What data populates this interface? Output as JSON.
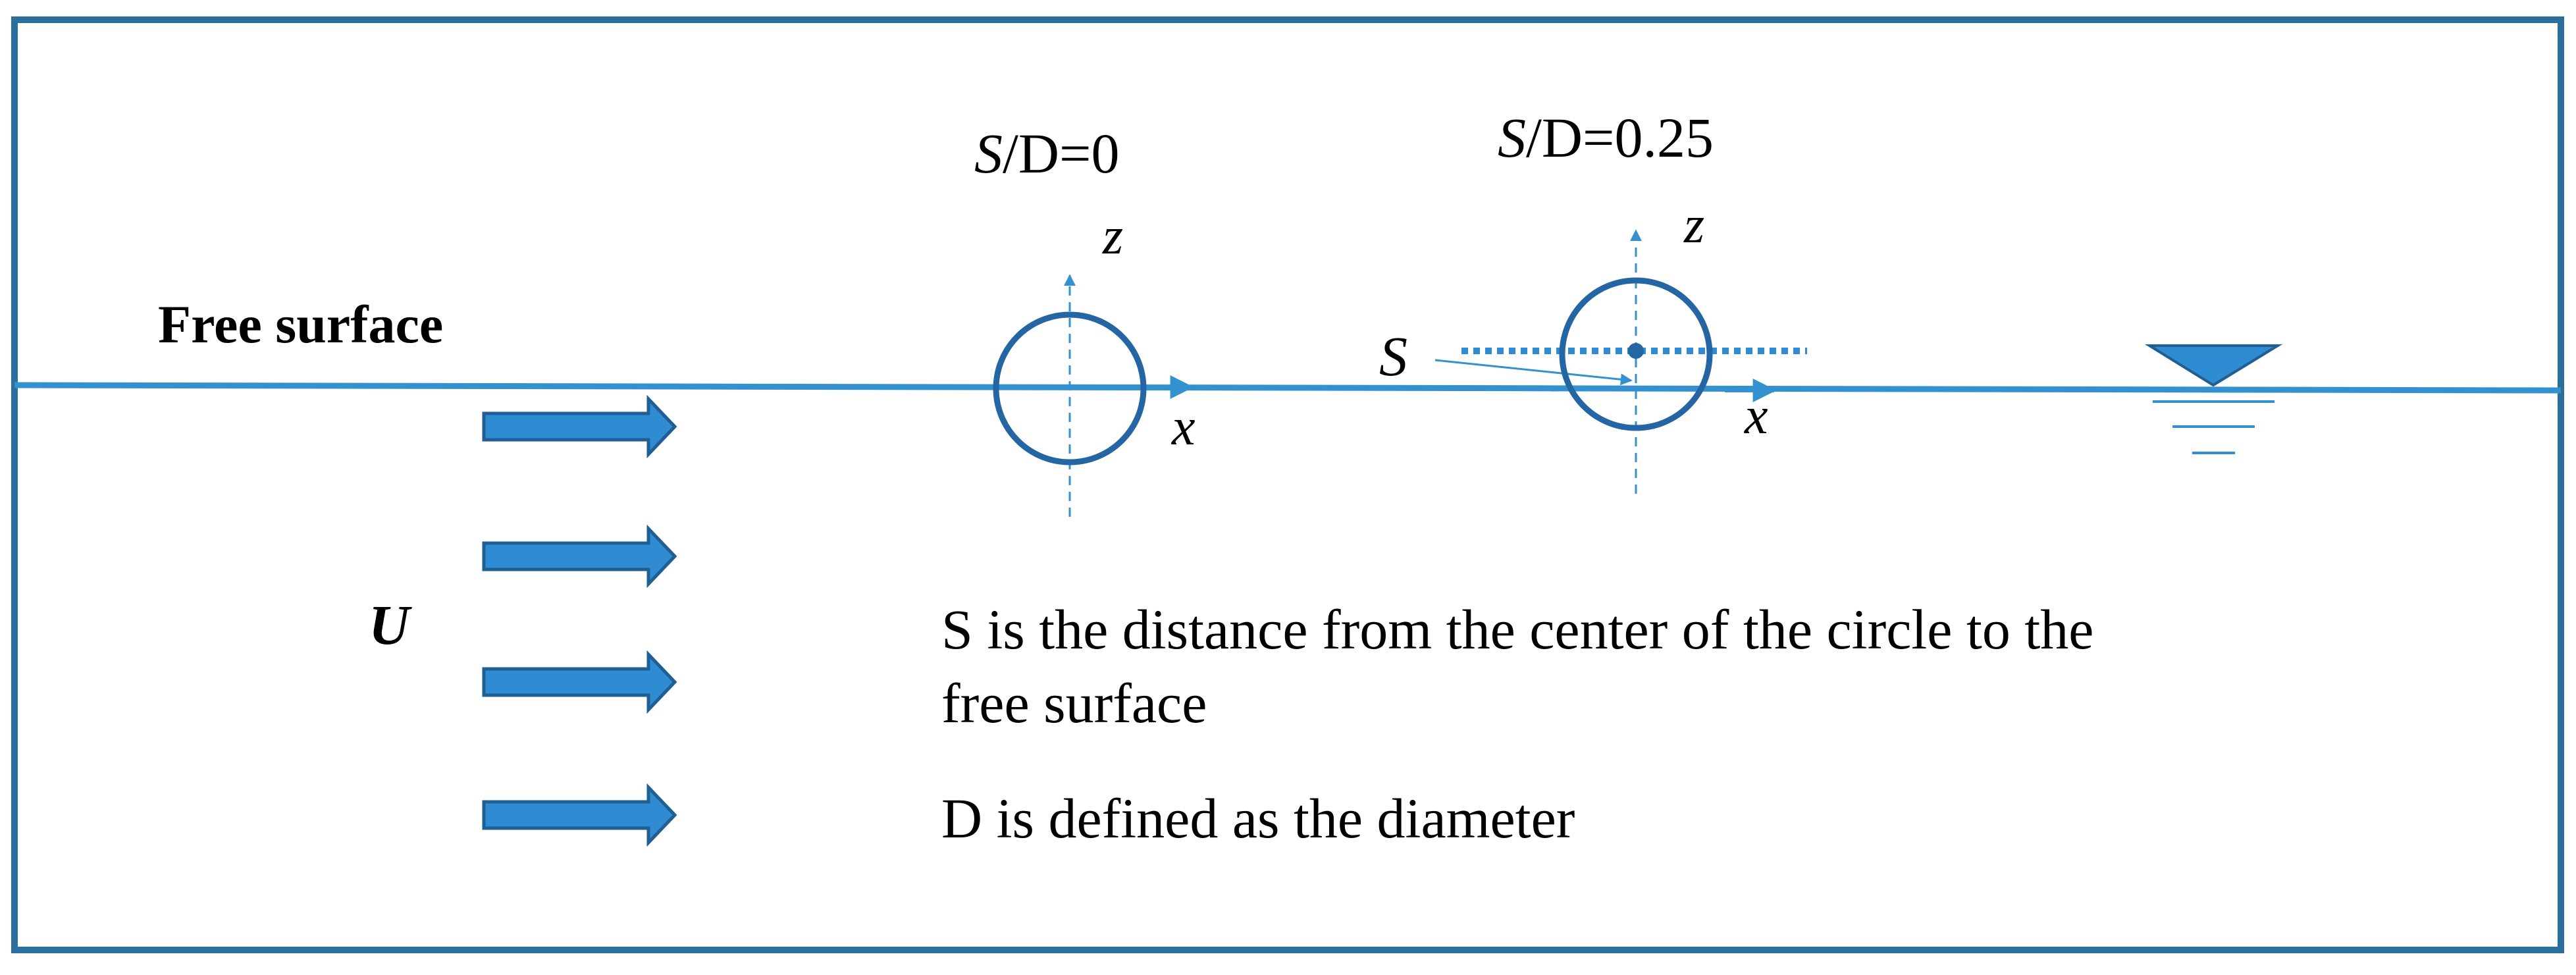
{
  "colors": {
    "frame": "#2a6f9e",
    "line": "#3391cf",
    "dark_blue": "#2366a3",
    "arrow_fill": "#2f8bd2",
    "arrow_stroke": "#1f5f93",
    "text": "#000000"
  },
  "labels": {
    "free_surface": "Free surface",
    "velocity": "U",
    "case1_s": "S",
    "case1_rest": "/D=0",
    "case2_s": "S",
    "case2_rest": "/D=0.25",
    "z_axis_1": "z",
    "x_axis_1": "x",
    "z_axis_2": "z",
    "x_axis_2": "x",
    "s_marker": "S",
    "note_line1": "S is the distance from the center of the circle to the",
    "note_line2": "free surface",
    "note_line3": "D is defined as the diameter"
  },
  "icons": {
    "water_level": "water-level-symbol-icon",
    "flow_arrow": "right-arrow-icon"
  }
}
